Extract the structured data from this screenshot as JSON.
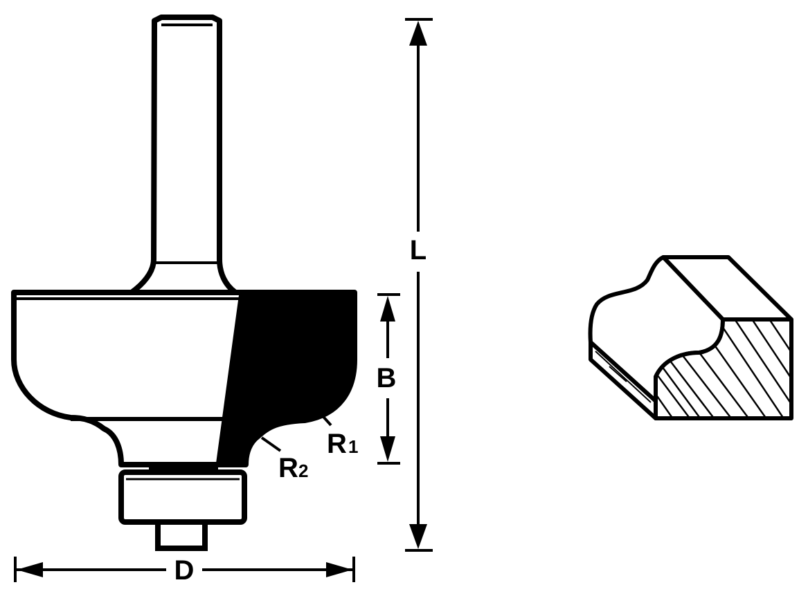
{
  "labels": {
    "length": "L",
    "height": "B",
    "diameter": "D",
    "radius1_letter": "R",
    "radius1_sub": "1",
    "radius2_letter": "R",
    "radius2_sub": "2"
  },
  "colors": {
    "ink": "#000000",
    "paper": "#ffffff"
  }
}
